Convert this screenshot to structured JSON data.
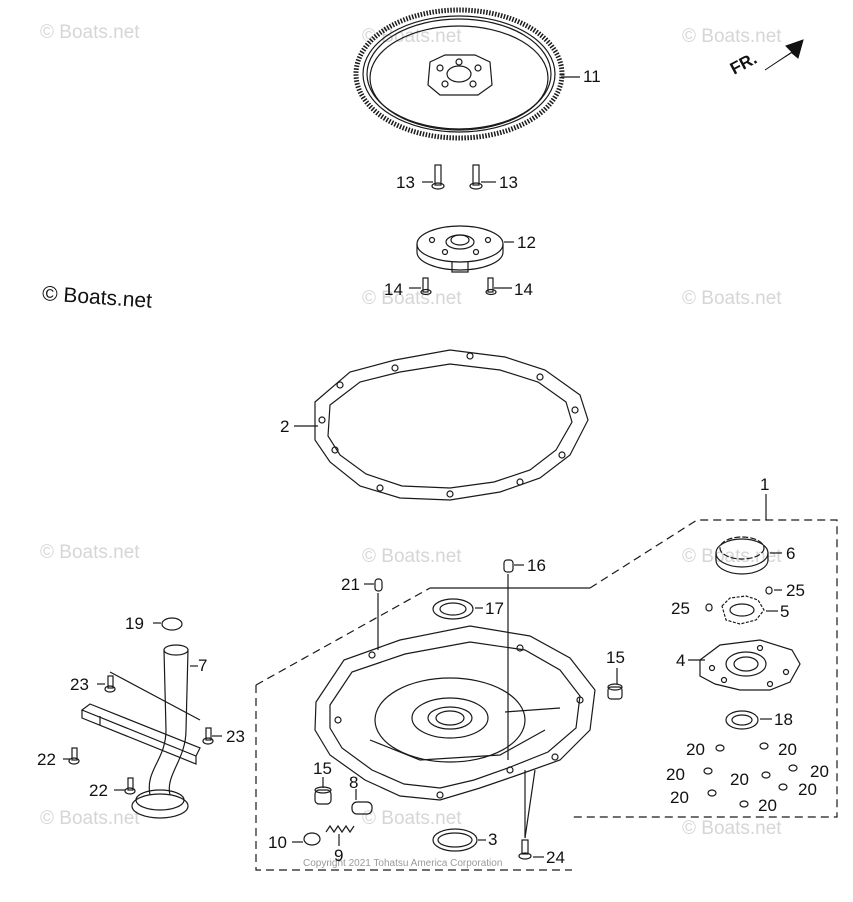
{
  "watermark": "© Boats.net",
  "watermark_main": "© Boats.net",
  "copyright": "Copyright 2021 Tohatsu America Corporation",
  "direction_label": "FR.",
  "callouts": {
    "c1": "1",
    "c2": "2",
    "c3": "3",
    "c4": "4",
    "c5": "5",
    "c6": "6",
    "c7": "7",
    "c8": "8",
    "c9": "9",
    "c10": "10",
    "c11": "11",
    "c12": "12",
    "c13a": "13",
    "c13b": "13",
    "c14a": "14",
    "c14b": "14",
    "c15a": "15",
    "c15b": "15",
    "c16": "16",
    "c17": "17",
    "c18": "18",
    "c19": "19",
    "c20a": "20",
    "c20b": "20",
    "c20c": "20",
    "c20d": "20",
    "c20e": "20",
    "c20f": "20",
    "c20g": "20",
    "c20h": "20",
    "c21": "21",
    "c22a": "22",
    "c22b": "22",
    "c23a": "23",
    "c23b": "23",
    "c24": "24",
    "c25a": "25",
    "c25b": "25"
  }
}
